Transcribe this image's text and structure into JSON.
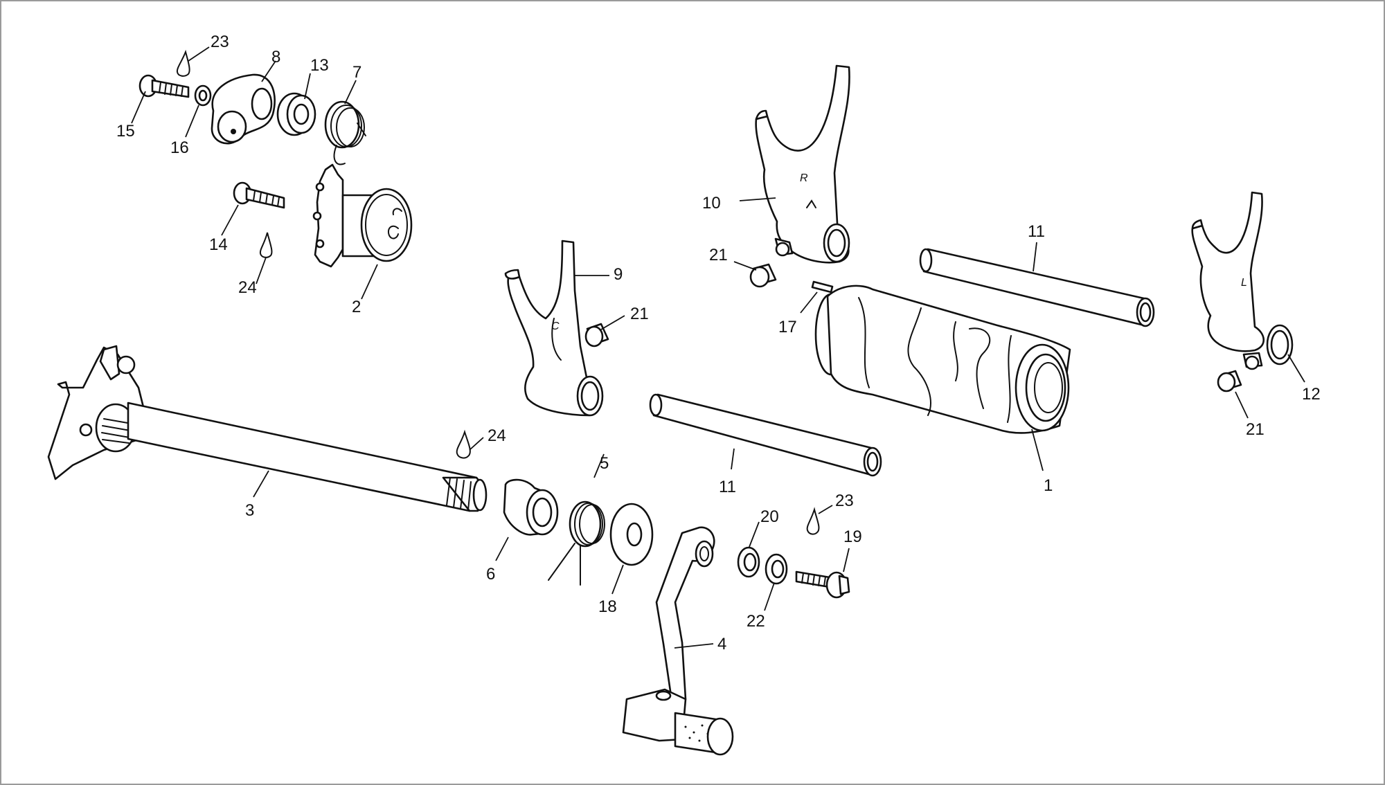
{
  "callouts": {
    "c1": "1",
    "c2": "2",
    "c3": "3",
    "c4": "4",
    "c5": "5",
    "c6": "6",
    "c7": "7",
    "c8": "8",
    "c9": "9",
    "c10": "10",
    "c11a": "11",
    "c11b": "11",
    "c12": "12",
    "c13": "13",
    "c14": "14",
    "c15": "15",
    "c16": "16",
    "c17": "17",
    "c18": "18",
    "c19": "19",
    "c20": "20",
    "c21a": "21",
    "c21b": "21",
    "c21c": "21",
    "c22": "22",
    "c23a": "23",
    "c23b": "23",
    "c24a": "24",
    "c24b": "24"
  },
  "fork_marks": {
    "right": "R",
    "center": "C",
    "left": "L"
  },
  "colors": {
    "line": "#111111",
    "background": "#ffffff",
    "frame": "#9a9a9a"
  },
  "icons": {
    "lubricant": "oil-drop-icon"
  }
}
